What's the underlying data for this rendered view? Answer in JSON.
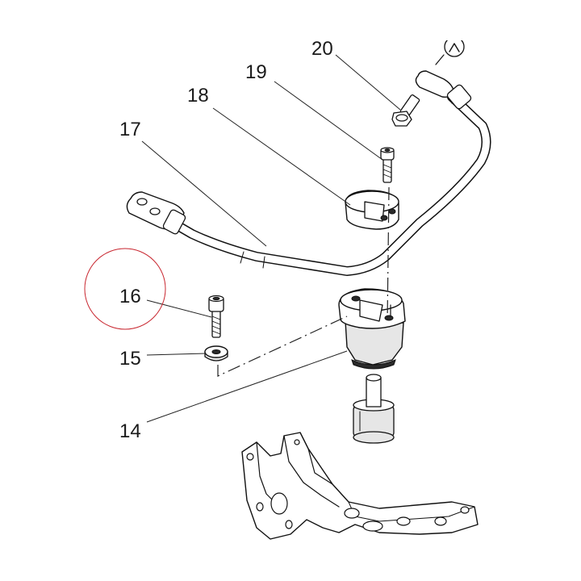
{
  "callouts": {
    "c14": "14",
    "c15": "15",
    "c16": "16",
    "c17": "17",
    "c18": "18",
    "c19": "19",
    "c20": "20"
  },
  "highlight": {
    "target": "16",
    "color": "#c8262f"
  },
  "icons": {
    "direction_arrow": "arrow-circle-icon"
  }
}
